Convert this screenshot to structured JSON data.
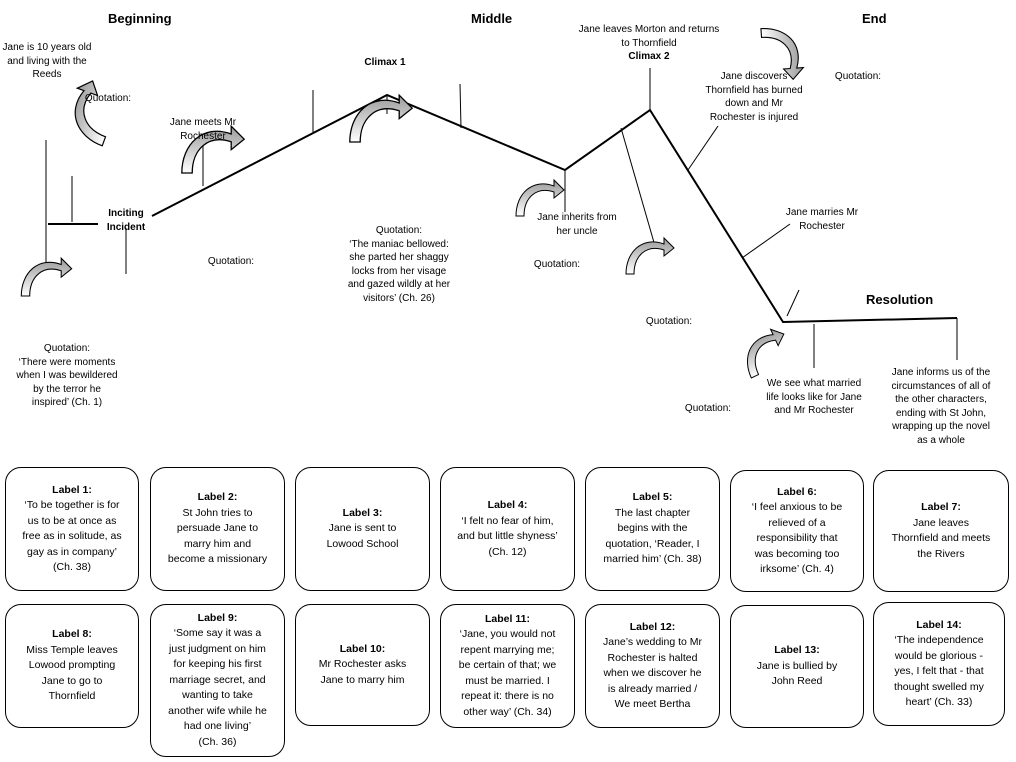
{
  "headings": {
    "beginning": "Beginning",
    "middle": "Middle",
    "end": "End",
    "resolution": "Resolution"
  },
  "events": {
    "jane_10": [
      "Jane is 10 years old",
      "and living with the",
      "Reeds"
    ],
    "inciting": [
      "Inciting",
      "Incident"
    ],
    "meets_rochester": [
      "Jane meets Mr",
      "Rochester"
    ],
    "climax1": "Climax 1",
    "leaves_morton": [
      "Jane leaves Morton and returns",
      "to Thornfield"
    ],
    "climax2": "Climax 2",
    "inherits": [
      "Jane inherits from",
      "her uncle"
    ],
    "discovers": [
      "Jane discovers",
      "Thornfield has burned",
      "down and Mr",
      "Rochester is injured"
    ],
    "marries": [
      "Jane marries Mr",
      "Rochester"
    ],
    "married_life": [
      "We see what married",
      "life looks like for Jane",
      "and Mr Rochester"
    ],
    "informs": [
      "Jane informs us of the",
      "circumstances of all of",
      "the other characters,",
      "ending with St John,",
      "wrapping up the novel",
      "as a whole"
    ]
  },
  "quotations": {
    "q_beginning": "Quotation:",
    "q_ch1": [
      "Quotation:",
      "‘There were moments",
      "when I was bewildered",
      "by the terror he",
      "inspired’ (Ch. 1)"
    ],
    "q_rochester": "Quotation:",
    "q_ch26": [
      "Quotation:",
      "‘The maniac bellowed:",
      "she parted her shaggy",
      "locks from her visage",
      "and gazed wildly at her",
      "visitors’ (Ch. 26)"
    ],
    "q_uncle": "Quotation:",
    "q_climax2": "Quotation:",
    "q_end": "Quotation:",
    "q_resolution": "Quotation:"
  },
  "labels": [
    {
      "title": "Label 1:",
      "lines": [
        "‘To be together is for",
        "us to be at once as",
        "free as in solitude, as",
        "gay as in company’",
        "(Ch. 38)"
      ]
    },
    {
      "title": "Label 2:",
      "lines": [
        "St John tries to",
        "persuade Jane to",
        "marry him and",
        "become a missionary"
      ]
    },
    {
      "title": "Label 3:",
      "lines": [
        "Jane is sent to",
        "Lowood School"
      ]
    },
    {
      "title": "Label 4:",
      "lines": [
        "‘I felt no fear of him,",
        "and but little shyness’",
        "(Ch. 12)"
      ]
    },
    {
      "title": "Label 5:",
      "lines": [
        "The last chapter",
        "begins with the",
        "quotation, ‘Reader, I",
        "married him’ (Ch. 38)"
      ]
    },
    {
      "title": "Label 6:",
      "lines": [
        "‘I feel anxious to be",
        "relieved of a",
        "responsibility that",
        "was becoming too",
        "irksome’ (Ch. 4)"
      ]
    },
    {
      "title": "Label 7:",
      "lines": [
        "Jane leaves",
        "Thornfield and meets",
        "the Rivers"
      ]
    },
    {
      "title": "Label 8:",
      "lines": [
        "Miss Temple leaves",
        "Lowood prompting",
        "Jane to go to",
        "Thornfield"
      ]
    },
    {
      "title": "Label 9:",
      "lines": [
        "‘Some say it was a",
        "just judgment on him",
        "for keeping his first",
        "marriage secret, and",
        "wanting to take",
        "another wife while he",
        "had one living’",
        "(Ch. 36)"
      ]
    },
    {
      "title": "Label 10:",
      "lines": [
        "Mr Rochester asks",
        "Jane to marry him"
      ]
    },
    {
      "title": "Label 11:",
      "lines": [
        "‘Jane, you would not",
        "repent marrying me;",
        "be certain of that; we",
        "must be married. I",
        "repeat it: there is no",
        "other way’ (Ch. 34)"
      ]
    },
    {
      "title": "Label 12:",
      "lines": [
        "Jane’s wedding to Mr",
        "Rochester is halted",
        "when we discover he",
        "is already married /",
        "We meet Bertha"
      ]
    },
    {
      "title": "Label 13:",
      "lines": [
        "Jane is bullied by",
        "John Reed"
      ]
    },
    {
      "title": "Label 14:",
      "lines": [
        "‘The independence",
        "would be glorious -",
        "yes, I felt that - that",
        "thought swelled my",
        "heart’ (Ch. 33)"
      ]
    }
  ]
}
